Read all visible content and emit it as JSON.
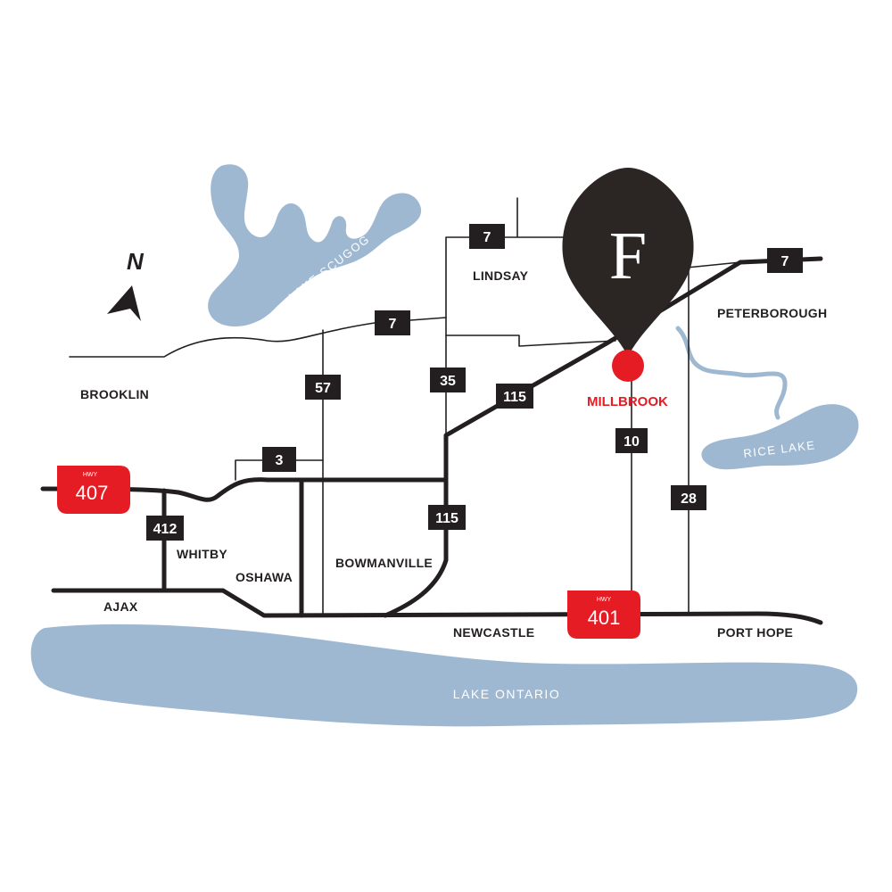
{
  "colors": {
    "water": "#9eb8d2",
    "road": "#231f20",
    "accent": "#e51c24",
    "pin": "#2b2623"
  },
  "water": {
    "lake_scugog": "LAKE SCUGOG",
    "rice_lake": "RICE LAKE",
    "lake_ontario": "LAKE ONTARIO"
  },
  "places": {
    "lindsay": "LINDSAY",
    "peterborough": "PETERBOROUGH",
    "brooklin": "BROOKLIN",
    "whitby": "WHITBY",
    "oshawa": "OSHAWA",
    "bowmanville": "BOWMANVILLE",
    "ajax": "AJAX",
    "newcastle": "NEWCASTLE",
    "port_hope": "PORT HOPE"
  },
  "destination": {
    "name": "MILLBROOK",
    "logo_letter": "F"
  },
  "compass": {
    "label": "N",
    "icon": "north-arrow-icon"
  },
  "highway_shields": [
    {
      "id": "7-lindsay",
      "number": "7"
    },
    {
      "id": "7-east",
      "number": "7"
    },
    {
      "id": "7-scugog",
      "number": "7"
    },
    {
      "id": "57",
      "number": "57"
    },
    {
      "id": "35",
      "number": "35"
    },
    {
      "id": "115-north",
      "number": "115"
    },
    {
      "id": "115-south",
      "number": "115"
    },
    {
      "id": "10",
      "number": "10"
    },
    {
      "id": "3",
      "number": "3"
    },
    {
      "id": "412",
      "number": "412"
    },
    {
      "id": "28",
      "number": "28"
    }
  ],
  "freeways": {
    "hwy407": {
      "prefix": "HWY",
      "number": "407"
    },
    "hwy401": {
      "prefix": "HWY",
      "number": "401"
    }
  }
}
